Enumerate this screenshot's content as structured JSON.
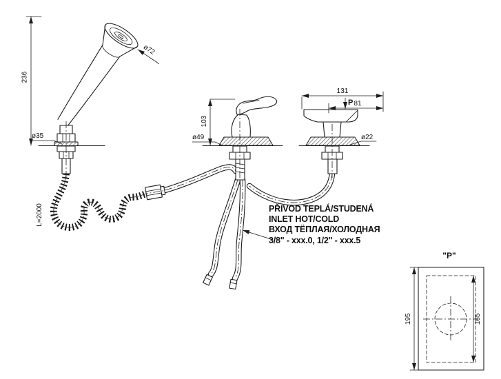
{
  "colors": {
    "line": "#1c1c1c",
    "background": "#ffffff"
  },
  "drawing": {
    "hand_shower": {
      "head_diameter": "ø72",
      "height": "236",
      "base_diameter": "ø35",
      "hose_length": "L=2000"
    },
    "mixer": {
      "height": "103",
      "base_diameter": "ø49"
    },
    "spout": {
      "length": "131",
      "reach": "81",
      "view_marker": "P",
      "base_diameter": "ø22"
    },
    "inlet_note": {
      "line1": "PŘIVOD TEPLÁ/STUDENÁ",
      "line2": "INLET HOT/COLD",
      "line3": "ВХОД ТЁПЛАЯ/ХОЛОДНАЯ",
      "line4": "3/8\" -  xxx.0,  1/2\" -  xxx.5"
    },
    "p_view": {
      "label": "\"P\"",
      "outer_height": "195",
      "inner_height": "165"
    }
  }
}
